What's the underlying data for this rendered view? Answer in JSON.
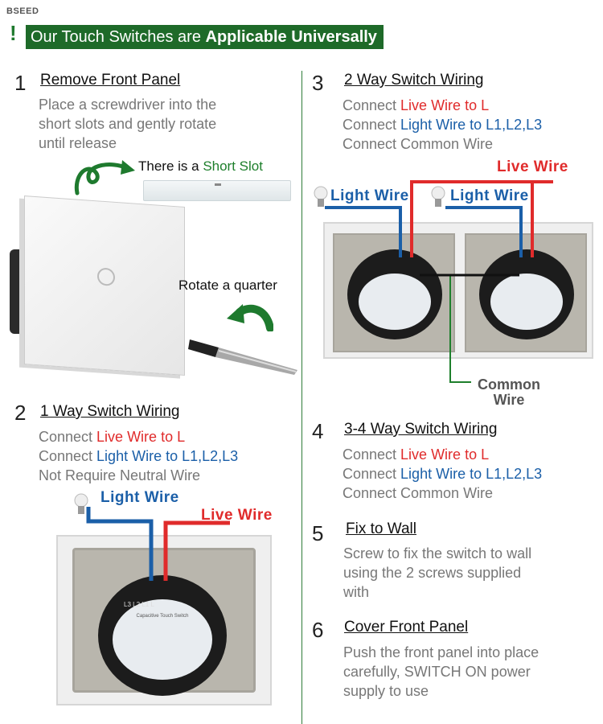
{
  "brand": "BSEED",
  "banner": {
    "mark": "!",
    "text_plain": "Our Touch Switches are ",
    "text_bold": "Applicable Universally"
  },
  "step1": {
    "num": "1",
    "title": "Remove Front Panel",
    "lines": [
      "Place a screwdriver into the",
      "short slots and gently rotate",
      "until release"
    ],
    "slot_label_prefix": "There is a ",
    "slot_label_highlight": "Short Slot",
    "rotate_label": "Rotate a quarter"
  },
  "step2": {
    "num": "2",
    "title": "1 Way Switch Wiring",
    "connect_word": "Connect ",
    "line1_highlight": "Live Wire to L",
    "line2_highlight": "Light Wire to L1,L2,L3",
    "line3": "Not Require Neutral Wire",
    "light_wire_label": "Light Wire",
    "live_wire_label": "Live Wire",
    "terminals": "L3  L2  L1   L",
    "device_text": "Capacitive Touch Switch"
  },
  "step3": {
    "num": "3",
    "title": "2 Way Switch Wiring",
    "connect_word": "Connect ",
    "line1_highlight": "Live Wire to L",
    "line2_highlight": "Light Wire to L1,L2,L3",
    "line3": "Connect Common Wire",
    "live_wire_label": "Live Wire",
    "light_wire_label_a": "Light Wire",
    "light_wire_label_b": "Light Wire",
    "common_label_1": "Common",
    "common_label_2": "Wire"
  },
  "step4": {
    "num": "4",
    "title": "3-4 Way Switch Wiring",
    "connect_word": "Connect ",
    "line1_highlight": "Live Wire to L",
    "line2_highlight": "Light Wire to L1,L2,L3",
    "line3": "Connect Common Wire"
  },
  "step5": {
    "num": "5",
    "title": "Fix to Wall",
    "lines": [
      "Screw to fix the switch to wall",
      "using the 2 screws supplied",
      "with"
    ]
  },
  "step6": {
    "num": "6",
    "title": "Cover Front Panel",
    "lines": [
      "Push the front panel into place",
      "carefully, SWITCH ON power",
      "supply to use"
    ]
  },
  "colors": {
    "banner_bg": "#1e6a29",
    "live": "#e02b2b",
    "light": "#1b5fa8",
    "common": "#1e7f2c"
  }
}
